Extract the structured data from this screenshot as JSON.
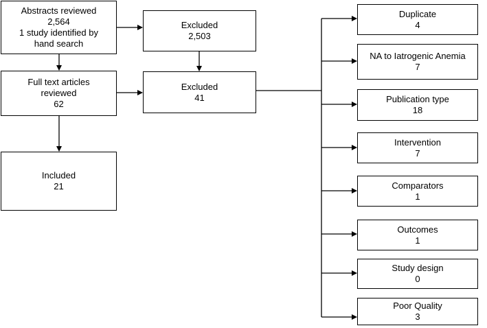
{
  "boxes": {
    "abstracts": {
      "title": "Abstracts reviewed",
      "count": "2,564",
      "note_line1": "1 study identified by",
      "note_line2": "hand search"
    },
    "excluded_abstracts": {
      "title": "Excluded",
      "count": "2,503"
    },
    "full_text": {
      "title_line1": "Full text articles",
      "title_line2": "reviewed",
      "count": "62"
    },
    "excluded_full_text": {
      "title": "Excluded",
      "count": "41"
    },
    "included": {
      "title": "Included",
      "count": "21"
    }
  },
  "exclusion_reasons": [
    {
      "label": "Duplicate",
      "count": "4"
    },
    {
      "label": "NA to Iatrogenic Anemia",
      "count": "7"
    },
    {
      "label": "Publication type",
      "count": "18"
    },
    {
      "label": "Intervention",
      "count": "7"
    },
    {
      "label": "Comparators",
      "count": "1"
    },
    {
      "label": "Outcomes",
      "count": "1"
    },
    {
      "label": "Study design",
      "count": "0"
    },
    {
      "label": "Poor Quality",
      "count": "3"
    }
  ]
}
